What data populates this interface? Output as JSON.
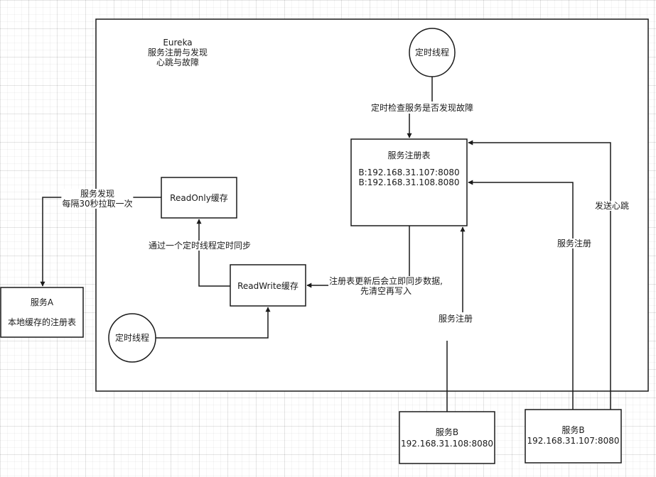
{
  "eureka": {
    "title": "Eureka",
    "line2": "服务注册与发现",
    "line3": "心跳与故障"
  },
  "timer_top": {
    "label": "定时线程"
  },
  "check_label": "定时检查服务是否发现故障",
  "registry": {
    "title": "服务注册表",
    "entries": [
      "B:192.168.31.107:8080",
      "B:192.168.31.108.8080"
    ]
  },
  "readonly": {
    "label": "ReadOnly缓存"
  },
  "readwrite": {
    "label": "ReadWrite缓存"
  },
  "timer_bottom": {
    "label": "定时线程"
  },
  "sync_label": "通过一个定时线程定时同步",
  "discover": {
    "line1": "服务发现",
    "line2": "每隔30秒拉取一次"
  },
  "update": {
    "line1": "注册表更新后会立即同步数据,",
    "line2": "先清空再写入"
  },
  "register_label_108": "服务注册",
  "register_label_107": "服务注册",
  "heartbeat_label": "发送心跳",
  "service_a": {
    "title": "服务A",
    "subtitle": "本地缓存的注册表"
  },
  "service_b_108": {
    "title": "服务B",
    "address": "192.168.31.108:8080"
  },
  "service_b_107": {
    "title": "服务B",
    "address": "192.168.31.107:8080"
  }
}
